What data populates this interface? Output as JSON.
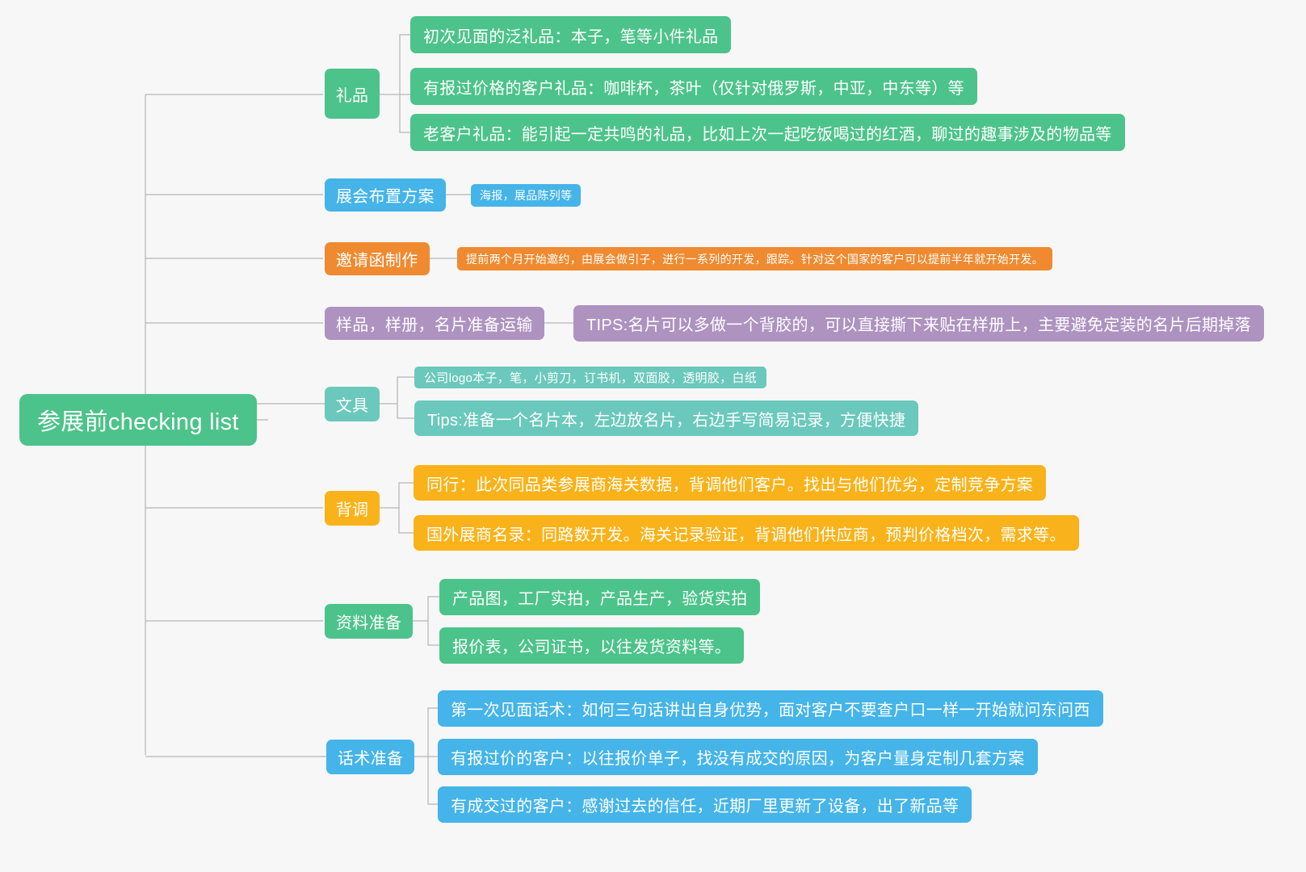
{
  "canvas": {
    "background": "#f7f7f7",
    "link_color": "#b5b5b5"
  },
  "palette": {
    "green": "#4cc38a",
    "green_dark": "#43bb80",
    "blue": "#45b4e8",
    "orange": "#ef8a30",
    "purple": "#ae92c0",
    "teal": "#6bc8bc",
    "yellow": "#f9b219"
  },
  "root": {
    "label": "参展前checking list",
    "color": "#4cc38a"
  },
  "branches": [
    {
      "id": "gifts",
      "label": "礼品",
      "color": "#4cc38a",
      "children": [
        {
          "label": "初次见面的泛礼品：本子，笔等小件礼品",
          "color": "#4cc38a"
        },
        {
          "label": "有报过价格的客户礼品：咖啡杯，茶叶（仅针对俄罗斯，中亚，中东等）等",
          "color": "#4cc38a"
        },
        {
          "label": "老客户礼品：能引起一定共鸣的礼品，比如上次一起吃饭喝过的红酒，聊过的趣事涉及的物品等",
          "color": "#4cc38a"
        }
      ]
    },
    {
      "id": "booth",
      "label": "展会布置方案",
      "color": "#45b4e8",
      "children": [
        {
          "label": "海报，展品陈列等",
          "color": "#45b4e8"
        }
      ]
    },
    {
      "id": "invitation",
      "label": "邀请函制作",
      "color": "#ef8a30",
      "children": [
        {
          "label": "提前两个月开始邀约，由展会做引子，进行一系列的开发，跟踪。针对这个国家的客户可以提前半年就开始开发。",
          "color": "#ef8a30"
        }
      ]
    },
    {
      "id": "samples",
      "label": "样品，样册，名片准备运输",
      "color": "#ae92c0",
      "children": [
        {
          "label": "TIPS:名片可以多做一个背胶的，可以直接撕下来贴在样册上，主要避免定装的名片后期掉落",
          "color": "#ae92c0"
        }
      ]
    },
    {
      "id": "stationery",
      "label": "文具",
      "color": "#6bc8bc",
      "children": [
        {
          "label": "公司logo本子，笔，小剪刀，订书机，双面胶，透明胶，白纸",
          "color": "#6bc8bc"
        },
        {
          "label": "Tips:准备一个名片本，左边放名片，右边手写简易记录，方便快捷",
          "color": "#6bc8bc"
        }
      ]
    },
    {
      "id": "background-check",
      "label": "背调",
      "color": "#f9b219",
      "children": [
        {
          "label": "同行：此次同品类参展商海关数据，背调他们客户。找出与他们优劣，定制竞争方案",
          "color": "#f9b219"
        },
        {
          "label": "国外展商名录：同路数开发。海关记录验证，背调他们供应商，预判价格档次，需求等。",
          "color": "#f9b219"
        }
      ]
    },
    {
      "id": "materials",
      "label": "资料准备",
      "color": "#4cc38a",
      "children": [
        {
          "label": "产品图，工厂实拍，产品生产，验货实拍",
          "color": "#4cc38a"
        },
        {
          "label": "报价表，公司证书，以往发货资料等。",
          "color": "#4cc38a"
        }
      ]
    },
    {
      "id": "scripts",
      "label": "话术准备",
      "color": "#45b4e8",
      "children": [
        {
          "label": "第一次见面话术：如何三句话讲出自身优势，面对客户不要查户口一样一开始就问东问西",
          "color": "#45b4e8"
        },
        {
          "label": "有报过价的客户：以往报价单子，找没有成交的原因，为客户量身定制几套方案",
          "color": "#45b4e8"
        },
        {
          "label": "有成交过的客户：感谢过去的信任，近期厂里更新了设备，出了新品等",
          "color": "#45b4e8"
        }
      ]
    }
  ]
}
